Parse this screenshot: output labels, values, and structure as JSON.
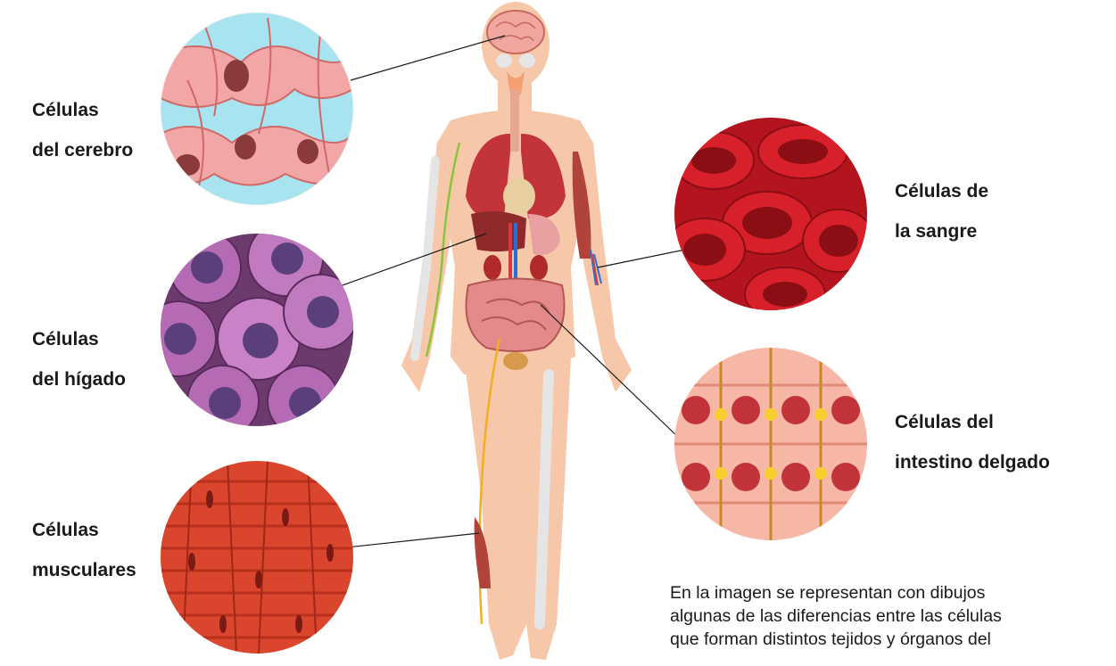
{
  "labels": {
    "brain": {
      "line1": "Células",
      "line2": "del cerebro"
    },
    "liver": {
      "line1": "Células",
      "line2": "del hígado"
    },
    "muscle": {
      "line1": "Células",
      "line2": "musculares"
    },
    "blood": {
      "line1": "Células de",
      "line2": "la sangre"
    },
    "intestine": {
      "line1": "Células del",
      "line2": "intestino delgado"
    }
  },
  "caption": {
    "line1": "En la imagen se representan con dibujos",
    "line2": "algunas de las diferencias entre las células",
    "line3": "que forman distintos tejidos y órganos del"
  },
  "colors": {
    "skin": "#f6c7a8",
    "brain_bg": "#a8e3f0",
    "brain_cell": "#f2a6a6",
    "liver_cell": "#9c5a9e",
    "blood_bg": "#b3141d",
    "intestine_bg": "#f7b7a6",
    "muscle_bg": "#d9462d"
  }
}
